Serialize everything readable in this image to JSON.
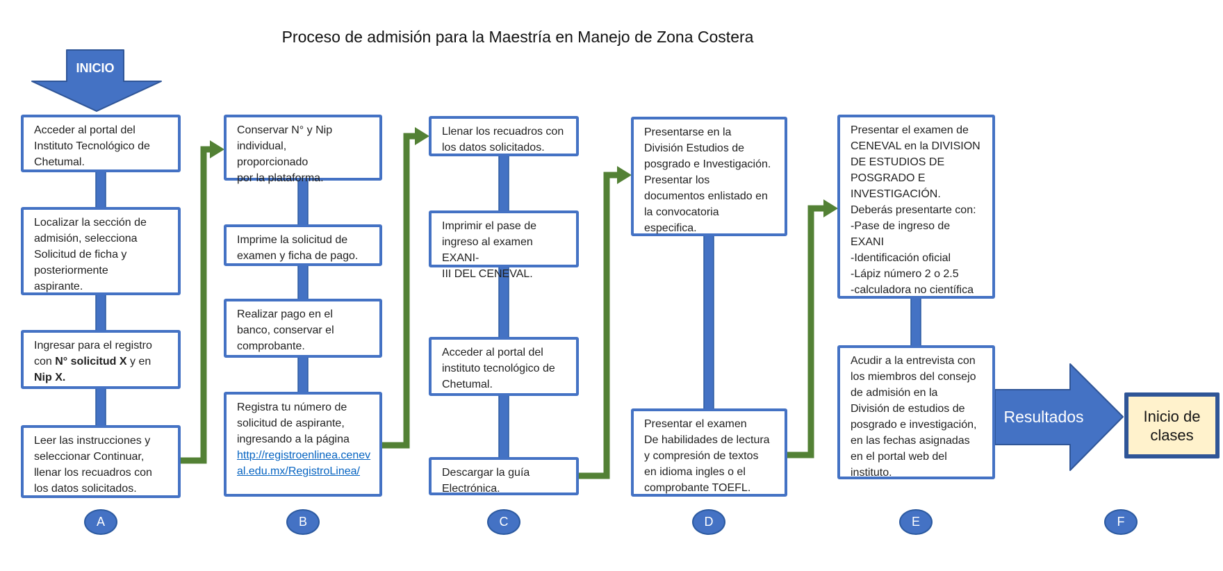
{
  "title": "Proceso de admisión para la Maestría en Manejo de Zona Costera",
  "start": {
    "label": "INICIO"
  },
  "columns": [
    {
      "badge": "A",
      "boxes": [
        {
          "text": "Acceder al portal del\nInstituto Tecnológico de\nChetumal."
        },
        {
          "text": "Localizar la sección de\nadmisión, selecciona\nSolicitud de ficha y\nposteriormente\naspirante."
        },
        {
          "parts": [
            {
              "text": "Ingresar para el registro\ncon "
            },
            {
              "text": "N° solicitud X",
              "style": "bold"
            },
            {
              "text": " y en\n"
            },
            {
              "text": "Nip X.",
              "style": "bold"
            }
          ]
        },
        {
          "text": "Leer las instrucciones y\nseleccionar Continuar,\nllenar los recuadros con\nlos datos solicitados."
        }
      ]
    },
    {
      "badge": "B",
      "boxes": [
        {
          "text": "Conservar N° y Nip\nindividual,\nproporcionado\npor la plataforma."
        },
        {
          "text": "Imprime la solicitud de\nexamen y ficha de pago."
        },
        {
          "text": "Realizar pago en el\nbanco, conservar el\ncomprobante."
        },
        {
          "parts": [
            {
              "text": "Registra tu número de\nsolicitud de aspirante,\ningresando a la página\n"
            },
            {
              "text": "http://registroenlinea.ceneval.edu.mx/RegistroLinea/",
              "style": "link"
            }
          ]
        }
      ]
    },
    {
      "badge": "C",
      "boxes": [
        {
          "text": "Llenar los recuadros con\nlos datos solicitados."
        },
        {
          "text": "Imprimir el pase de\ningreso al examen EXANI-\nIII DEL CENEVAL."
        },
        {
          "text": "Acceder al portal del\ninstituto tecnológico de\nChetumal."
        },
        {
          "text": "Descargar la guía\nElectrónica."
        }
      ]
    },
    {
      "badge": "D",
      "boxes": [
        {
          "text": "Presentarse en la\nDivisión Estudios de\nposgrado e Investigación.\nPresentar los\ndocumentos enlistado en\nla convocatoria\nespecifica."
        },
        {
          "text": "Presentar el examen\nDe habilidades de lectura\ny compresión de textos\nen idioma ingles o el\ncomprobante TOEFL."
        }
      ]
    },
    {
      "badge": "E",
      "boxes": [
        {
          "text": "Presentar el examen de\nCENEVAL en la DIVISION\nDE ESTUDIOS DE\nPOSGRADO E\nINVESTIGACIÓN.\nDeberás presentarte con:\n-Pase de ingreso de\nEXANI\n-Identificación oficial\n-Lápiz número 2 o 2.5\n-calculadora no científica"
        },
        {
          "text": "Acudir a la entrevista con\nlos miembros del consejo\nde admisión en la\nDivisión de estudios de\nposgrado e investigación,\nen las fechas asignadas\nen el portal web del\ninstituto."
        }
      ]
    }
  ],
  "result_arrow": {
    "label": "Resultados"
  },
  "end_box": {
    "label": "Inicio de clases"
  },
  "final_badge": "F",
  "colors": {
    "accent_blue": "#4472C4",
    "dark_blue": "#2F5597",
    "green": "#538135",
    "end_box_fill": "#FFF2CC",
    "link_blue": "#0563C1"
  }
}
